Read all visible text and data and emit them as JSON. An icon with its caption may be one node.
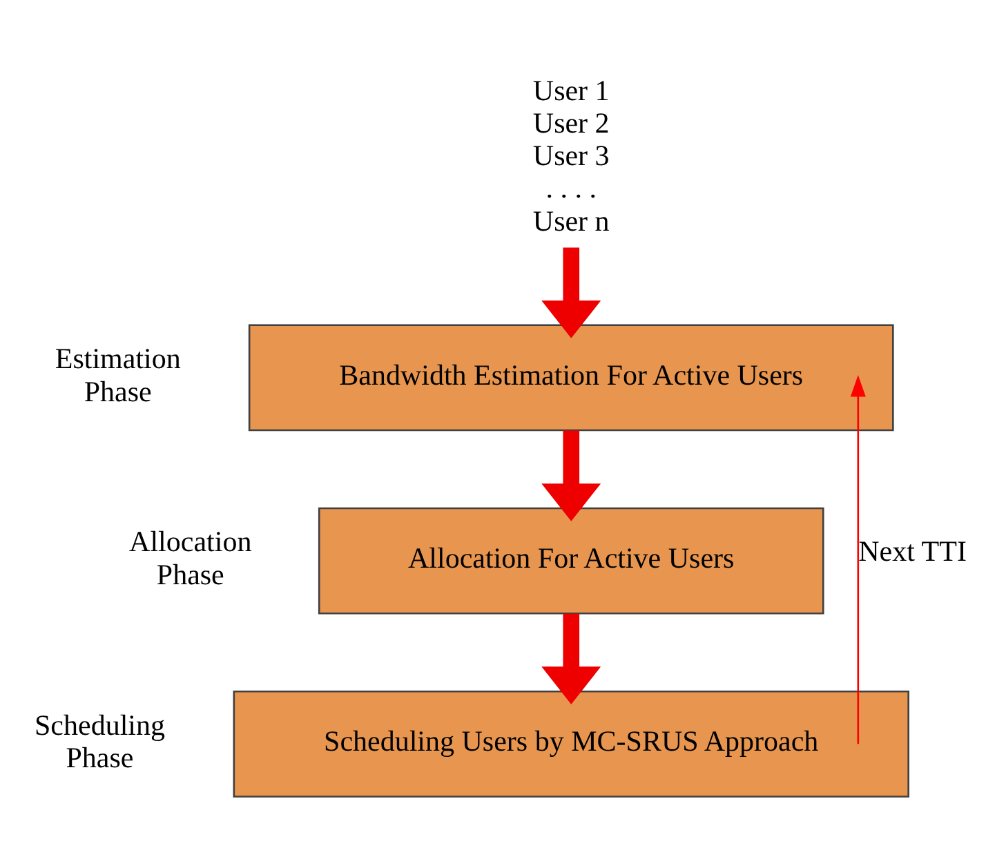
{
  "diagram": {
    "nodes": [
      {
        "text": [
          "User 1",
          "User 2",
          "User 3",
          ". . . .",
          "User n"
        ]
      },
      {
        "text": [
          "Bandwidth Estimation For Active Users"
        ],
        "beside": [
          "Estimation Phase"
        ]
      },
      {
        "text": [
          "Allocation For Active Users"
        ],
        "beside": [
          "Allocation Phase"
        ]
      },
      {
        "text": [
          "Scheduling Users by MC-SRUS Approach"
        ],
        "beside": [
          "Scheduling Phase"
        ]
      }
    ],
    "edges": [
      {
        "from": 0,
        "to": 1,
        "arrow": "to"
      },
      {
        "from": 1,
        "to": 2,
        "arrow": "to"
      },
      {
        "from": 2,
        "to": 3,
        "arrow": "to"
      },
      {
        "from": 3,
        "to": 1,
        "arrow": "to",
        "label": "Next TTI",
        "color": "#ff0000"
      }
    ]
  }
}
